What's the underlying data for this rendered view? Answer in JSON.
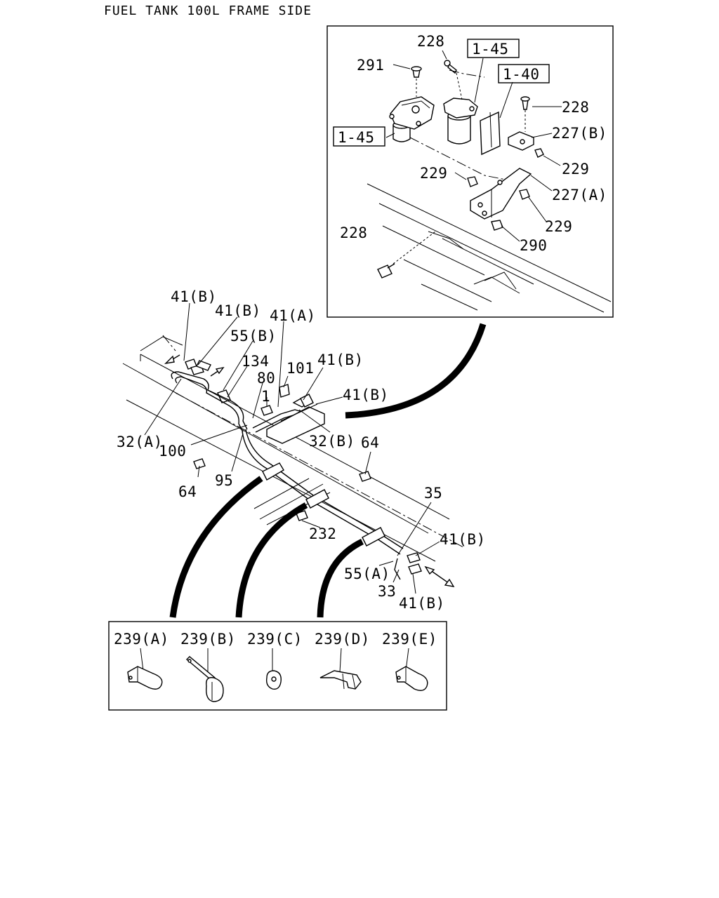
{
  "title": "FUEL TANK 100L FRAME SIDE",
  "labels": {
    "l228a": "228",
    "l291": "291",
    "l145a": "1-45",
    "l140": "1-40",
    "l228b": "228",
    "l145b": "1-45",
    "l227b": "227(B)",
    "l229a": "229",
    "l229b": "229",
    "l227a": "227(A)",
    "l229c": "229",
    "l290": "290",
    "l228c": "228",
    "l41b1": "41(B)",
    "l41b2": "41(B)",
    "l41a": "41(A)",
    "l55b": "55(B)",
    "l134": "134",
    "l80": "80",
    "l101": "101",
    "l41b3": "41(B)",
    "l41b4": "41(B)",
    "l1": "1",
    "l32a": "32(A)",
    "l100": "100",
    "l32b": "32(B)",
    "l64a": "64",
    "l64b": "64",
    "l95": "95",
    "l35": "35",
    "l232": "232",
    "l41b5": "41(B)",
    "l55a": "55(A)",
    "l33": "33",
    "l41b6": "41(B)",
    "c239a": "239(A)",
    "c239b": "239(B)",
    "c239c": "239(C)",
    "c239d": "239(D)",
    "c239e": "239(E)"
  }
}
